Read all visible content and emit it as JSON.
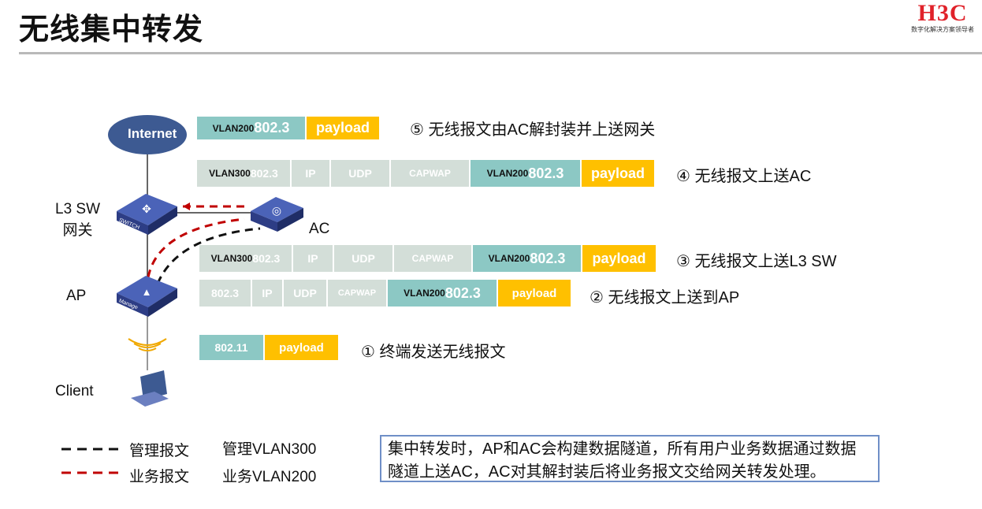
{
  "title": "无线集中转发",
  "logo": {
    "brand": "H3C",
    "tagline": "数字化解决方案领导者"
  },
  "devices": {
    "internet": "Internet",
    "l3sw": "L3 SW",
    "gateway": "网关",
    "ac": "AC",
    "ap": "AP",
    "client": "Client",
    "switch_tag": "SWITCH",
    "ap_tag": "Manage"
  },
  "rows": {
    "r5": {
      "vlan": "VLAN200",
      "eth": "802.3",
      "payload": "payload",
      "text": "⑤  无线报文由AC解封装并上送网关"
    },
    "r4": {
      "outer_vlan": "VLAN300",
      "outer_eth": "802.3",
      "ip": "IP",
      "udp": "UDP",
      "capwap": "CAPWAP",
      "vlan": "VLAN200",
      "eth": "802.3",
      "payload": "payload",
      "text": "④  无线报文上送AC"
    },
    "r3": {
      "outer_vlan": "VLAN300",
      "outer_eth": "802.3",
      "ip": "IP",
      "udp": "UDP",
      "capwap": "CAPWAP",
      "vlan": "VLAN200",
      "eth": "802.3",
      "payload": "payload",
      "text": "③  无线报文上送L3 SW"
    },
    "r2": {
      "outer_eth": "802.3",
      "ip": "IP",
      "udp": "UDP",
      "capwap": "CAPWAP",
      "vlan": "VLAN200",
      "eth": "802.3",
      "payload": "payload",
      "text": "②  无线报文上送到AP"
    },
    "r1": {
      "wifi": "802.11",
      "payload": "payload",
      "text": "①  终端发送无线报文"
    }
  },
  "legend": {
    "mgmt": "管理报文",
    "mgmt_vlan": "管理VLAN300",
    "biz": "业务报文",
    "biz_vlan": "业务VLAN200"
  },
  "note": "集中转发时，AP和AC会构建数据隧道，所有用户业务数据通过数据隧道上送AC，AC对其解封装后将业务报文交给网关转发处理。",
  "colors": {
    "teal": "#8cc8c4",
    "grey": "#d3ded8",
    "yellow": "#ffc000",
    "device": "#3d4f9f",
    "red": "#c00000"
  }
}
